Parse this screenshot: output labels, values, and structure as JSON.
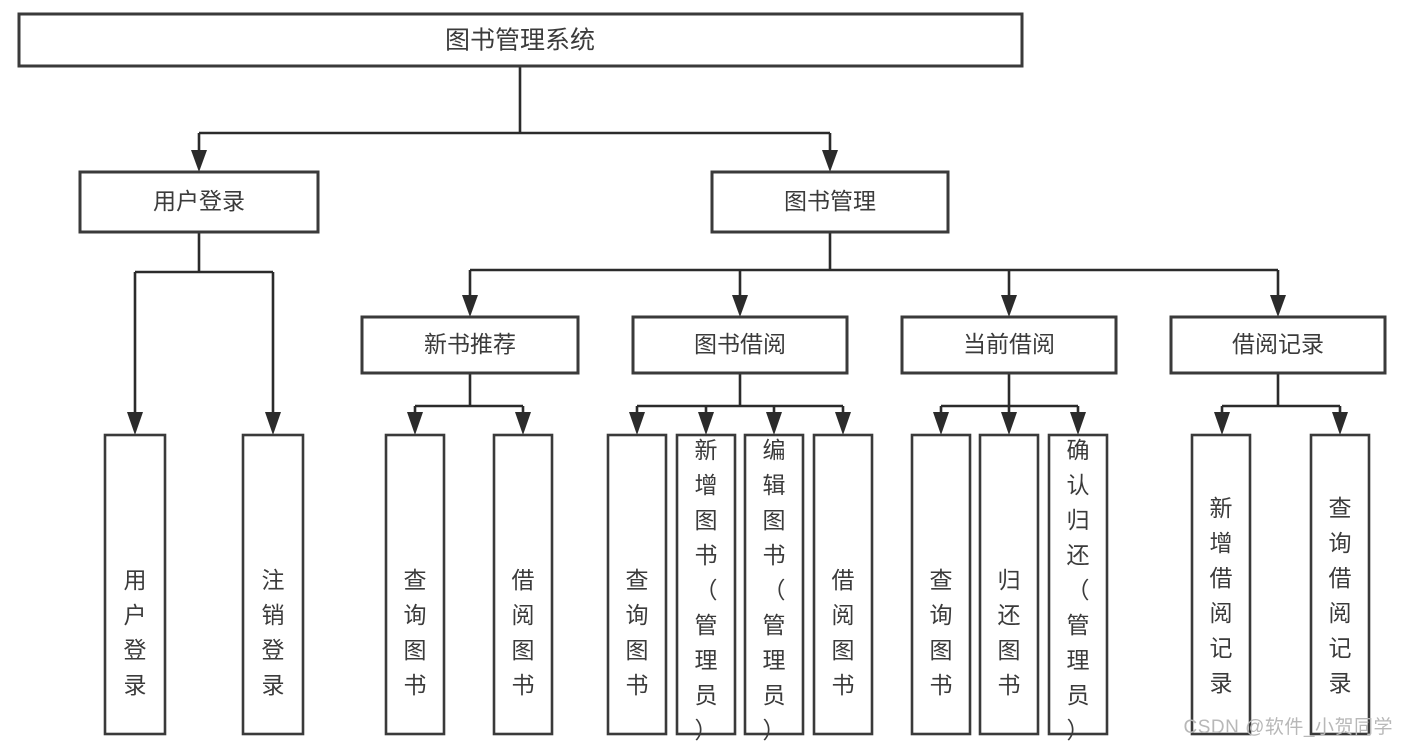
{
  "diagram": {
    "kind": "tree-hierarchy-chart",
    "root": {
      "label": "图书管理系统"
    },
    "level2": [
      {
        "label": "用户登录"
      },
      {
        "label": "图书管理"
      }
    ],
    "level3": [
      {
        "label": "新书推荐"
      },
      {
        "label": "图书借阅"
      },
      {
        "label": "当前借阅"
      },
      {
        "label": "借阅记录"
      }
    ],
    "leaves": {
      "user_login": [
        {
          "label": "用户登录"
        },
        {
          "label": "注销登录"
        }
      ],
      "new_book_recommend": [
        {
          "label": "查询图书"
        },
        {
          "label": "借阅图书"
        }
      ],
      "book_borrow": [
        {
          "label": "查询图书"
        },
        {
          "label": "新增图书（管理员）"
        },
        {
          "label": "编辑图书（管理员）"
        },
        {
          "label": "借阅图书"
        }
      ],
      "current_borrow": [
        {
          "label": "查询图书"
        },
        {
          "label": "归还图书"
        },
        {
          "label": "确认归还（管理员）"
        }
      ],
      "borrow_records": [
        {
          "label": "新增借阅记录"
        },
        {
          "label": "查询借阅记录"
        }
      ]
    }
  },
  "watermark": {
    "text": "CSDN @软件_小贺同学"
  },
  "colors": {
    "box_stroke": "#3a3a3a",
    "connector": "#2b2b2b",
    "text": "#3b3b3b",
    "background": "#ffffff",
    "watermark": "#b8b8b8"
  }
}
